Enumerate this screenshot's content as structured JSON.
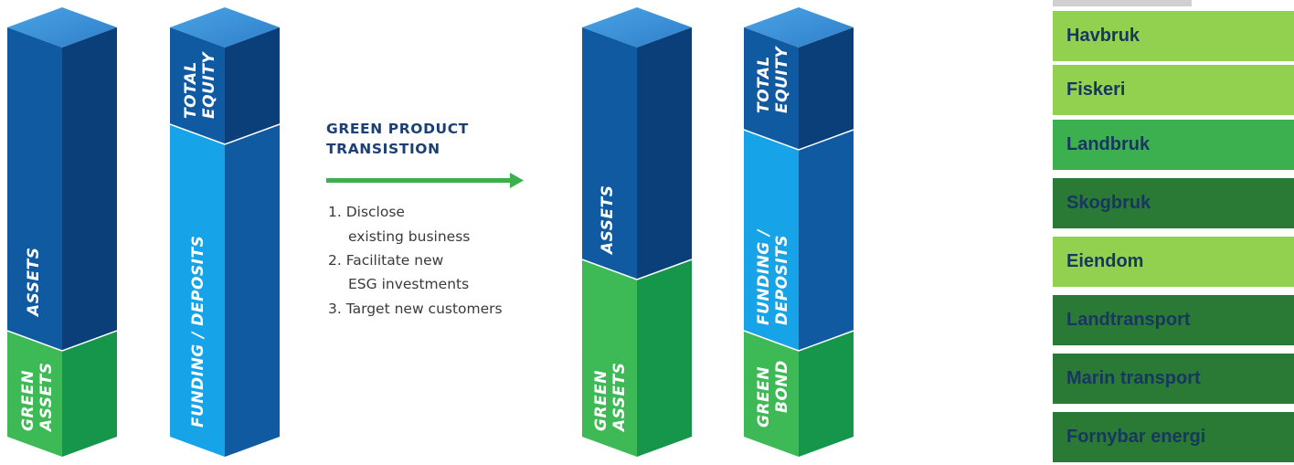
{
  "left_diagram": {
    "assets_label": "ASSETS",
    "green_assets_label": "GREEN ASSETS",
    "total_equity_label": "TOTAL EQUITY",
    "funding_label": "FUNDING / DEPOSITS"
  },
  "transition": {
    "title_line1": "GREEN PRODUCT",
    "title_line2": "TRANSISTION",
    "steps": [
      {
        "lines": [
          "1.  Disclose",
          "existing business"
        ]
      },
      {
        "lines": [
          "2.  Facilitate new",
          "ESG investments"
        ]
      },
      {
        "lines": [
          "3.  Target new customers"
        ]
      }
    ]
  },
  "right_diagram": {
    "assets_label": "ASSETS",
    "green_assets_label": "GREEN ASSETS",
    "total_equity_label": "TOTAL EQUITY",
    "funding_label": "FUNDING / DEPOSITS",
    "green_bond_label": "GREEN BOND"
  },
  "sectors": [
    {
      "label": "Havbruk",
      "shade": "light"
    },
    {
      "label": "Fiskeri",
      "shade": "light"
    },
    {
      "label": "Landbruk",
      "shade": "mid"
    },
    {
      "label": "Skogbruk",
      "shade": "dark"
    },
    {
      "label": "Eiendom",
      "shade": "light"
    },
    {
      "label": "Landtransport",
      "shade": "dark"
    },
    {
      "label": "Marin transport",
      "shade": "dark"
    },
    {
      "label": "Fornybar energi",
      "shade": "dark"
    }
  ],
  "colors": {
    "navy_front": "#0f5aa0",
    "navy_side": "#0b3f7a",
    "navy_top": "#3a8fd6",
    "sky_front": "#17a3e8",
    "sky_side": "#0f66b0",
    "green_front": "#3dba55",
    "green_side": "#16964a",
    "arrow": "#3cb04e",
    "heading": "#1c3f74"
  }
}
